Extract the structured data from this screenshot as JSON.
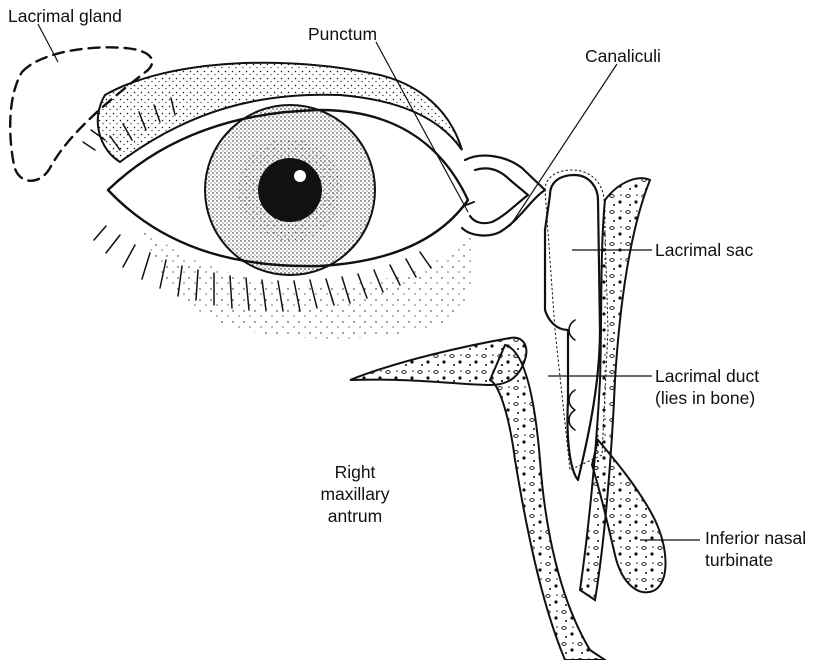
{
  "labels": {
    "lacrimal_gland": "Lacrimal gland",
    "punctum": "Punctum",
    "canaliculi": "Canaliculi",
    "lacrimal_sac": "Lacrimal sac",
    "lacrimal_duct_line1": "Lacrimal duct",
    "lacrimal_duct_line2": "(lies in bone)",
    "antrum_line1": "Right",
    "antrum_line2": "maxillary",
    "antrum_line3": "antrum",
    "turbinate_line1": "Inferior nasal",
    "turbinate_line2": "turbinate"
  },
  "colors": {
    "ink": "#111111",
    "background": "#ffffff"
  }
}
